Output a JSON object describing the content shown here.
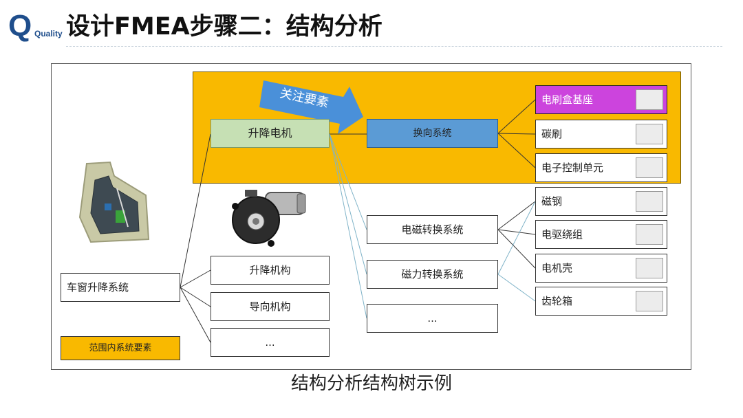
{
  "header": {
    "logo_text": "Quality",
    "title": "设计FMEA步骤二：结构分析"
  },
  "diagram": {
    "focus_arrow_label": "关注要素",
    "legend_label": "范围内系统要素",
    "root": "车窗升降系统",
    "level2": [
      "升降电机",
      "升降机构",
      "导向机构",
      "..."
    ],
    "level3": [
      "换向系统",
      "电磁转换系统",
      "磁力转换系统",
      "..."
    ],
    "level4": [
      "电刷盒基座",
      "碳刷",
      "电子控制单元",
      "磁钢",
      "电驱绕组",
      "电机壳",
      "齿轮箱"
    ],
    "caption": "结构分析结构树示例"
  },
  "colors": {
    "focus_area": "#f9b900",
    "focus_arrow": "#4a90d9",
    "node_motor": "#c6e0b4",
    "node_commutation": "#5b9bd5",
    "node_brush_base": "#cc44dd",
    "logo": "#1f4e8c"
  },
  "icons": [
    "car-door-illustration",
    "window-motor-illustration",
    "brush-base-icon",
    "carbon-brush-icon",
    "ecu-icon",
    "magnet-icon",
    "coil-icon",
    "motor-shell-icon",
    "gearbox-icon"
  ]
}
